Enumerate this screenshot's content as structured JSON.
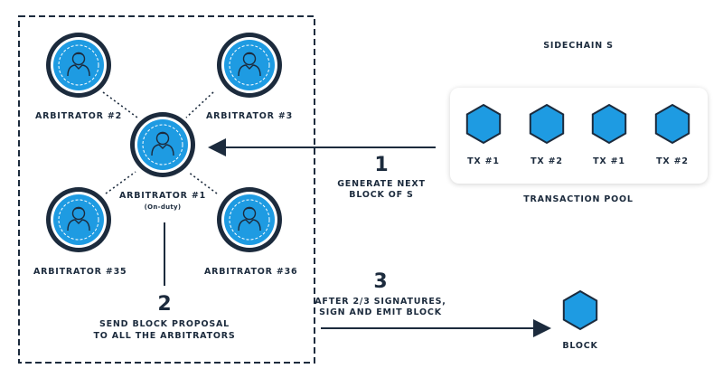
{
  "colors": {
    "dark": "#1c2b3d",
    "blue": "#1e9be2",
    "light_blue": "#bfe4f8"
  },
  "arbitrators": [
    {
      "label": "ARBITRATOR #2"
    },
    {
      "label": "ARBITRATOR #3"
    },
    {
      "label": "ARBITRATOR #1",
      "sub": "(On-duty)"
    },
    {
      "label": "ARBITRATOR #35"
    },
    {
      "label": "ARBITRATOR #36"
    }
  ],
  "sidechain": {
    "title": "SIDECHAIN S",
    "pool_label": "TRANSACTION POOL",
    "transactions": [
      "TX #1",
      "TX #2",
      "TX #1",
      "TX #2"
    ]
  },
  "steps": [
    {
      "number": "1",
      "line1": "GENERATE NEXT",
      "line2": "BLOCK OF S"
    },
    {
      "number": "2",
      "line1": "SEND BLOCK PROPOSAL",
      "line2": "TO ALL THE ARBITRATORS"
    },
    {
      "number": "3",
      "line1": "AFTER 2/3 SIGNATURES,",
      "line2": "SIGN AND EMIT BLOCK"
    }
  ],
  "block_label": "BLOCK",
  "icons": {
    "arbitrator": "user-icon",
    "transaction": "hexagon-icon",
    "block": "hexagon-icon"
  }
}
